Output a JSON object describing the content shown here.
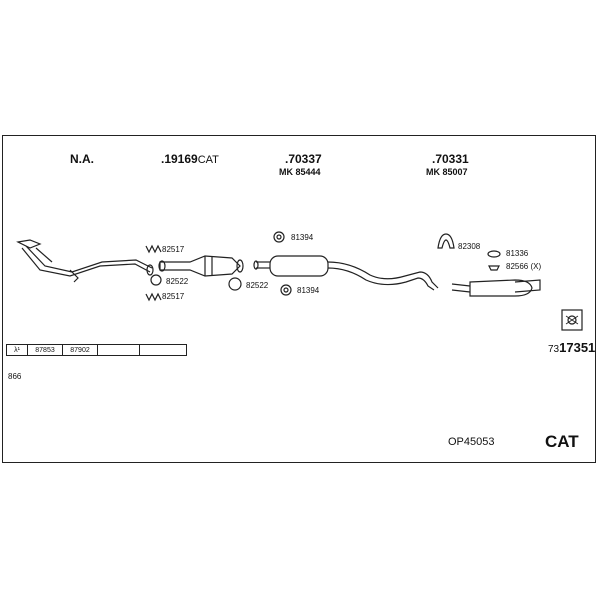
{
  "groups": [
    {
      "label": "N.A."
    },
    {
      "label": ".19169",
      "suffix": "CAT"
    },
    {
      "label": ".70337",
      "sub": "MK 85444"
    },
    {
      "label": ".70331",
      "sub": "MK 85007"
    }
  ],
  "parts": {
    "p82517a": "82517",
    "p82522a": "82522",
    "p82517b": "82517",
    "p82522b": "82522",
    "p81394a": "81394",
    "p81394b": "81394",
    "p82308": "82308",
    "p81336": "81336",
    "p82566": "82566 (X)"
  },
  "table": {
    "symbol": "λ¹",
    "c1": "87853",
    "c2": "87902",
    "c3": ""
  },
  "ref": {
    "prefix": "73",
    "main": "17351"
  },
  "note": "866",
  "code": "OP45053",
  "cat": "CAT"
}
